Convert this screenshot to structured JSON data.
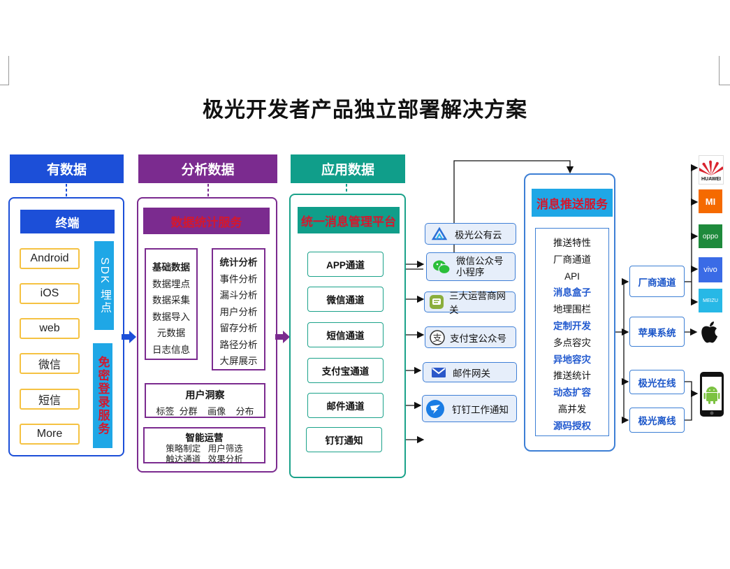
{
  "title": "极光开发者产品独立部署解决方案",
  "col1": {
    "header": "有数据",
    "terminal_title": "终端",
    "terminals": [
      "Android",
      "iOS",
      "web",
      "微信",
      "短信",
      "More"
    ],
    "sdk_label": "SDK 埋点",
    "login_label": "免密登录服务"
  },
  "col2": {
    "header": "分析数据",
    "service_title": "数据统计服务",
    "basic": {
      "title": "基础数据",
      "items": [
        "数据埋点",
        "数据采集",
        "数据导入",
        "元数据",
        "日志信息"
      ]
    },
    "stats": {
      "title": "统计分析",
      "items": [
        "事件分析",
        "漏斗分析",
        "用户分析",
        "留存分析",
        "路径分析",
        "大屏展示"
      ]
    },
    "insight": {
      "title": "用户洞察",
      "items": "标签  分群    画像    分布"
    },
    "ops": {
      "title": "智能运营",
      "line1": "策略制定   用户筛选",
      "line2": "触达通道   效果分析"
    }
  },
  "col3": {
    "header": "应用数据",
    "platform_title": "统一消息管理平台",
    "channels": [
      "APP通道",
      "微信通道",
      "短信通道",
      "支付宝通道",
      "邮件通道",
      "钉钉通知"
    ]
  },
  "destinations": [
    {
      "label": "极光公有云",
      "icon": "aurora-cloud-icon"
    },
    {
      "label": "微信公众号",
      "label2": "小程序",
      "icon": "wechat-icon"
    },
    {
      "label": "三大运营商网关",
      "icon": "sms-gateway-icon"
    },
    {
      "label": "支付宝公众号",
      "icon": "alipay-icon"
    },
    {
      "label": "邮件网关",
      "icon": "mail-icon"
    },
    {
      "label": "钉钉工作通知",
      "icon": "dingtalk-icon"
    }
  ],
  "push": {
    "title": "消息推送服务",
    "features": [
      {
        "text": "推送特性",
        "bold": false
      },
      {
        "text": "厂商通道",
        "bold": false
      },
      {
        "text": "API",
        "bold": false
      },
      {
        "text": "消息盒子",
        "bold": true
      },
      {
        "text": "地理围栏",
        "bold": false
      },
      {
        "text": "定制开发",
        "bold": true
      },
      {
        "text": "多点容灾",
        "bold": false
      },
      {
        "text": "异地容灾",
        "bold": true
      },
      {
        "text": "推送统计",
        "bold": false
      },
      {
        "text": "动态扩容",
        "bold": true
      },
      {
        "text": "高并发",
        "bold": false
      },
      {
        "text": "源码授权",
        "bold": true
      }
    ]
  },
  "targets": [
    "厂商通道",
    "苹果系统",
    "极光在线",
    "极光离线"
  ],
  "brands": [
    {
      "label": "HUAWEI",
      "color": "#ffffff"
    },
    {
      "label": "MI",
      "color": "#f56a00"
    },
    {
      "label": "oppo",
      "color": "#1e8a3c"
    },
    {
      "label": "vivo",
      "color": "#3a6be6"
    },
    {
      "label": "MEIZU",
      "color": "#27b8e6"
    }
  ],
  "colors": {
    "blue_header": "#1c4fd8",
    "purple_header": "#7b2b8f",
    "teal_header": "#109e8a",
    "red_text": "#d3182e",
    "sky": "#1fa7e6"
  }
}
